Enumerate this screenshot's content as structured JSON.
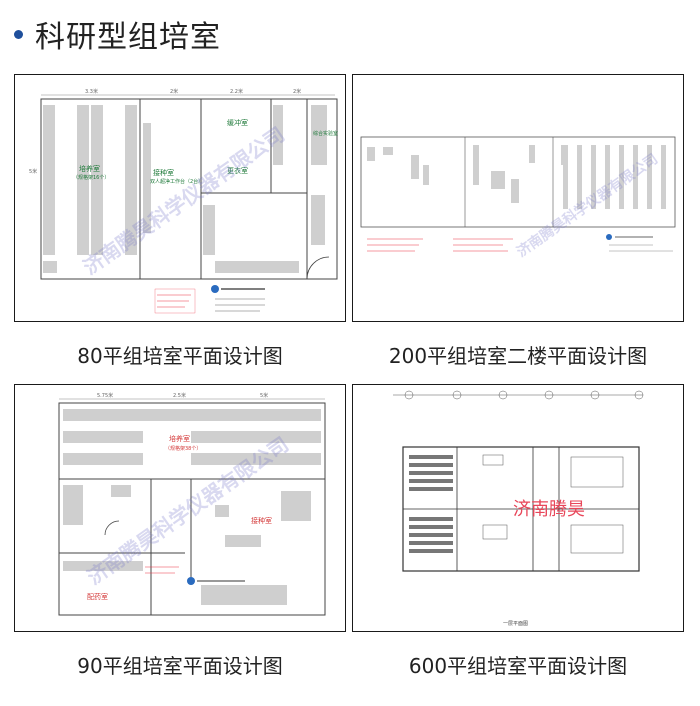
{
  "header": {
    "title": "科研型组培室"
  },
  "plans": [
    {
      "caption": "80平组培室平面设计图",
      "watermark": "济南腾昊科学仪器有限公司",
      "labels": {
        "culture": "培养室",
        "culture_sub": "（规格架16个）",
        "inoculation": "接种室",
        "inoculation_sub": "双人超净工作台（2台）",
        "buffer": "缓冲室",
        "changing": "更衣室",
        "lab": "综合实验室"
      },
      "dims": [
        "3.3米",
        "2米",
        "2.2米",
        "2米",
        "5米"
      ]
    },
    {
      "caption": "200平组培室二楼平面设计图",
      "watermark": "济南腾昊科学仪器有限公司",
      "labels": {}
    },
    {
      "caption": "90平组培室平面设计图",
      "watermark": "济南腾昊科学仪器有限公司",
      "labels": {
        "culture": "培养室",
        "culture_sub": "（规格架38个）",
        "inoculation": "接种室",
        "medicine": "配药室"
      },
      "dims": [
        "5.75米",
        "2.5米",
        "5米"
      ]
    },
    {
      "caption": "600平组培室平面设计图",
      "watermark": "济南腾昊",
      "labels": {
        "plan_title": "一层平面图"
      }
    }
  ],
  "colors": {
    "accent": "#1f4f9c",
    "shelf": "#cfcfcf",
    "watermark_red": "#e8475a"
  }
}
